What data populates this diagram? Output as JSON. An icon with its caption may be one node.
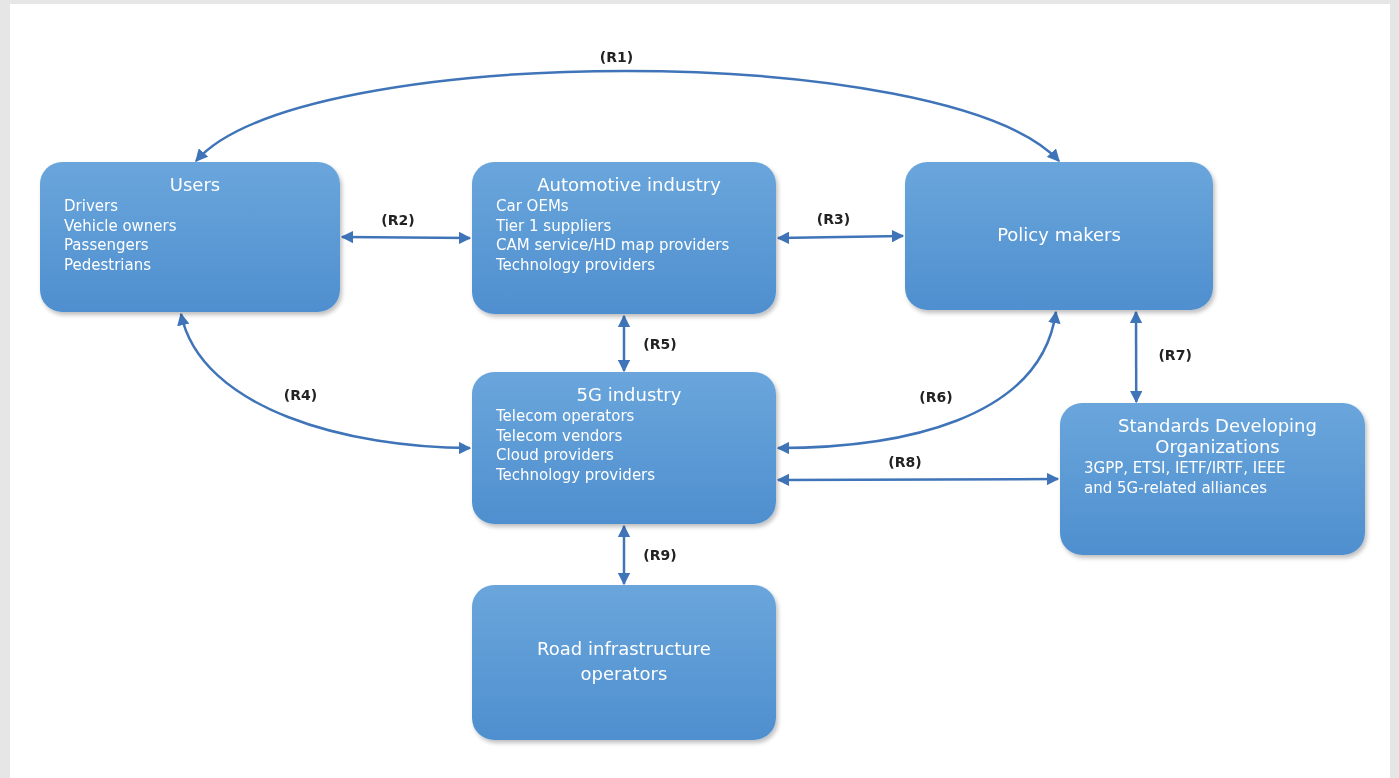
{
  "diagram": {
    "nodes": [
      {
        "text": [
          "Users",
          "Drivers",
          "Vehicle owners",
          "Passengers",
          "Pedestrians"
        ]
      },
      {
        "text": [
          "Automotive industry",
          "Car OEMs",
          "Tier 1 suppliers",
          "CAM service/HD map providers",
          "Technology providers"
        ]
      },
      {
        "text": [
          "Policy makers"
        ]
      },
      {
        "text": [
          "5G industry",
          "Telecom operators",
          "Telecom vendors",
          "Cloud providers",
          "Technology providers"
        ]
      },
      {
        "text": [
          "Standards Developing Organizations",
          "3GPP, ETSI, IETF/IRTF, IEEE and 5G-related alliances"
        ]
      },
      {
        "text": [
          "Road infrastructure operators"
        ]
      }
    ],
    "edges": [
      {
        "from": 0,
        "to": 2,
        "arrow": "both",
        "label": "(R1)"
      },
      {
        "from": 0,
        "to": 1,
        "arrow": "both",
        "label": "(R2)"
      },
      {
        "from": 1,
        "to": 2,
        "arrow": "both",
        "label": "(R3)"
      },
      {
        "from": 0,
        "to": 3,
        "arrow": "both",
        "label": "(R4)"
      },
      {
        "from": 1,
        "to": 3,
        "arrow": "both",
        "label": "(R5)"
      },
      {
        "from": 2,
        "to": 3,
        "arrow": "both",
        "label": "(R6)"
      },
      {
        "from": 2,
        "to": 4,
        "arrow": "both",
        "label": "(R7)"
      },
      {
        "from": 3,
        "to": 4,
        "arrow": "both",
        "label": "(R8)"
      },
      {
        "from": 3,
        "to": 5,
        "arrow": "both",
        "label": "(R9)"
      }
    ]
  }
}
